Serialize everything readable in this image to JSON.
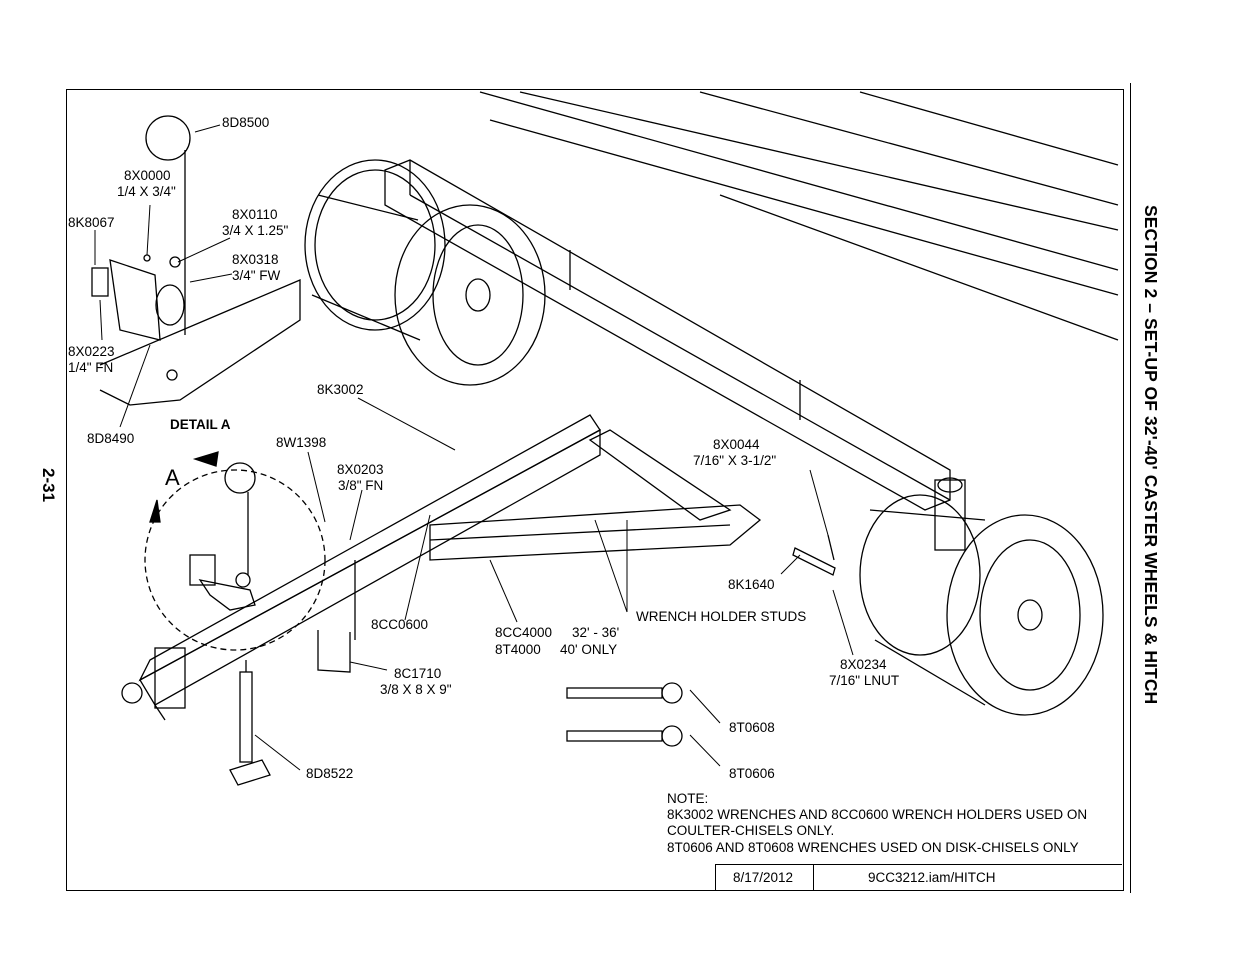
{
  "page": {
    "number": "2-31",
    "section_title": "SECTION 2 – SET-UP OF 32'-40' CASTER WHEELS & HITCH"
  },
  "detail": {
    "title": "DETAIL  A",
    "marker": "A"
  },
  "callouts": {
    "c8D8500": "8D8500",
    "c8X0000": "8X0000",
    "c8X0000_size": "1/4 X 3/4\"",
    "c8K8067": "8K8067",
    "c8X0110": "8X0110",
    "c8X0110_size": "3/4 X 1.25\"",
    "c8X0318": "8X0318",
    "c8X0318_size": "3/4\" FW",
    "c8X0223": "8X0223",
    "c8X0223_size": "1/4\" FN",
    "c8D8490": "8D8490",
    "c8K3002": "8K3002",
    "c8W1398": "8W1398",
    "c8X0203": "8X0203",
    "c8X0203_size": "3/8\" FN",
    "c8X0044": "8X0044",
    "c8X0044_size": "7/16\" X 3-1/2\"",
    "c8K1640": "8K1640",
    "wrench_holder_studs": "WRENCH HOLDER STUDS",
    "c8CC0600": "8CC0600",
    "c8CC4000": "8CC4000",
    "c8T4000": "8T4000",
    "range_32_36": "32' - 36'",
    "range_40": "40' ONLY",
    "c8C1710": "8C1710",
    "c8C1710_size": "3/8 X 8 X 9\"",
    "c8X0234": "8X0234",
    "c8X0234_size": "7/16\" LNUT",
    "c8T0608": "8T0608",
    "c8T0606": "8T0606",
    "c8D8522": "8D8522"
  },
  "note": {
    "heading": "NOTE:",
    "line1": "8K3002 WRENCHES AND 8CC0600 WRENCH HOLDERS USED ON",
    "line2": "COULTER-CHISELS ONLY.",
    "line3": "8T0606 AND 8T0608 WRENCHES USED ON DISK-CHISELS ONLY"
  },
  "title_block": {
    "date": "8/17/2012",
    "file": "9CC3212.iam/HITCH"
  }
}
